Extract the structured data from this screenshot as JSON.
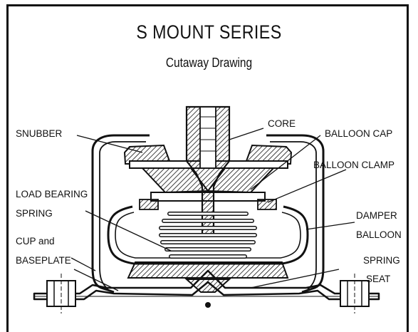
{
  "title": "S MOUNT SERIES",
  "subtitle": "Cutaway Drawing",
  "labels": {
    "snubber": "SNUBBER",
    "core": "CORE",
    "balloon_cap": "BALLOON CAP",
    "balloon_clamp": "BALLOON CLAMP",
    "load_bearing_1": "LOAD BEARING",
    "load_bearing_2": "SPRING",
    "damper_1": "DAMPER",
    "damper_2": "BALLOON",
    "cup_1": "CUP and",
    "cup_2": "BASEPLATE",
    "spring_seat_1": "SPRING",
    "spring_seat_2": "SEAT"
  },
  "colors": {
    "ink": "#111111",
    "background": "#ffffff"
  }
}
